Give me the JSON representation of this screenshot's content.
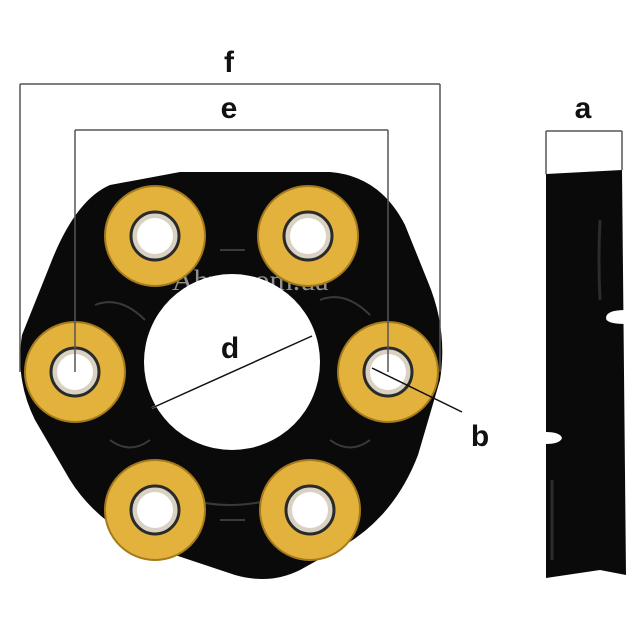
{
  "labels": {
    "f": "f",
    "e": "e",
    "a": "a",
    "d": "d",
    "b": "b"
  },
  "watermark": "Ahro.com.ua",
  "colors": {
    "coupling_body": "#0a0a0a",
    "bushing": "#e3b23c",
    "bushing_edge": "#a57a1c",
    "dimension_line": "#555555",
    "bore": "#ffffff"
  },
  "parts": {
    "front_view": "flex-disc-front-view",
    "side_view": "flex-disc-side-view",
    "bolt_holes": 6
  }
}
